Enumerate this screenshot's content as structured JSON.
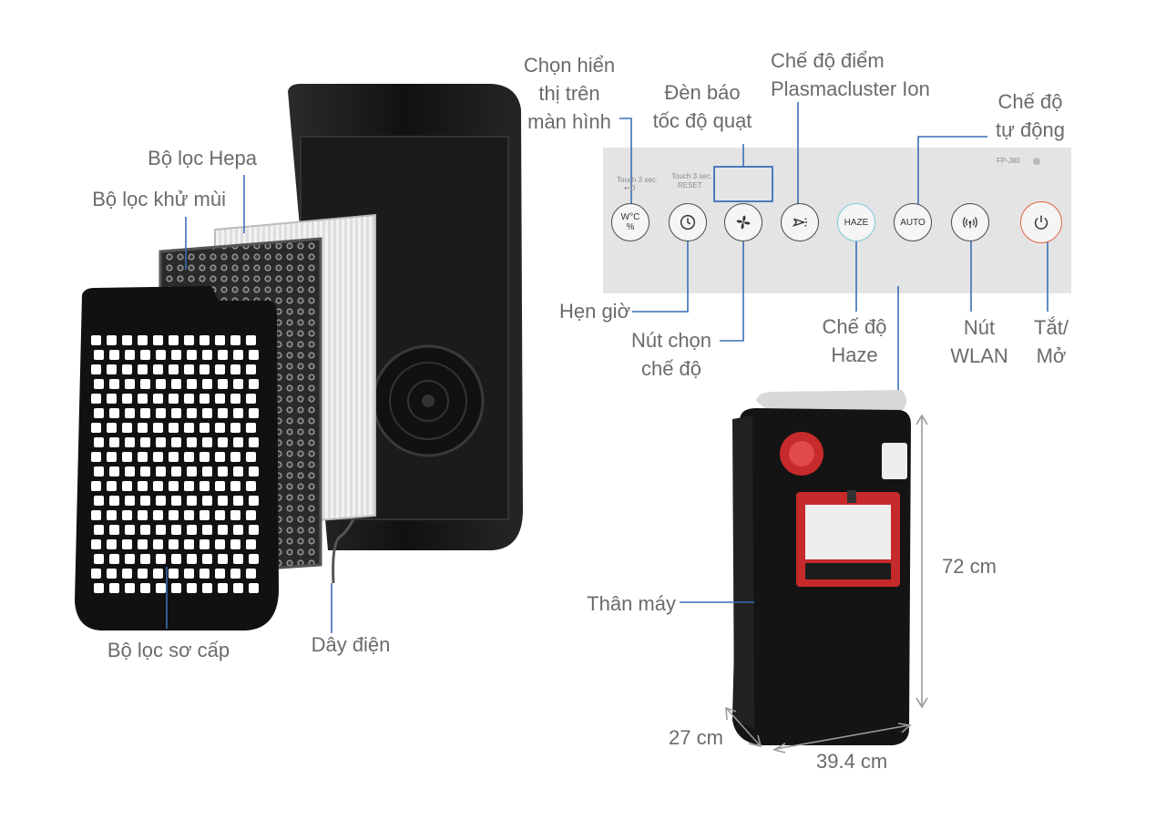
{
  "labels": {
    "hepa_filter": "Bộ lọc Hepa",
    "deodorizing_filter": "Bộ lọc khử mùi",
    "pre_filter": "Bộ lọc sơ cấp",
    "power_cord": "Dây điện",
    "display_select": [
      "Chọn hiển",
      "thị trên",
      "màn hình"
    ],
    "fan_speed_indicator": [
      "Đèn báo",
      "tốc độ quạt"
    ],
    "plasmacluster_spot": [
      "Chế độ điểm",
      "Plasmacluster Ion"
    ],
    "auto_mode": [
      "Chế độ",
      "tự động"
    ],
    "timer": "Hẹn giờ",
    "mode_button": [
      "Nút chọn",
      "chế độ"
    ],
    "haze_mode": [
      "Chế độ",
      "Haze"
    ],
    "wlan_button": [
      "Nút",
      "WLAN"
    ],
    "power_button": [
      "Tắt/",
      "Mở"
    ],
    "body": "Thân máy",
    "height": "72 cm",
    "depth": "27 cm",
    "width": "39.4 cm"
  },
  "panel": {
    "model": "FP-J80",
    "touch_hint_1": "Touch 3 sec.",
    "touch_hint_1_sub": "↩D",
    "touch_hint_2": "Touch 3 sec.",
    "touch_hint_2_sub": "RESET",
    "btn_temp_top": "W°C",
    "btn_temp_bottom": "%",
    "btn_haze": "HAZE",
    "btn_auto": "AUTO"
  },
  "colors": {
    "accent": "#3a6fb7",
    "label_text": "#6b6b6b",
    "panel_bg": "#e3e3e3",
    "unit_black": "#1a1a1a",
    "power_ring": "#e06a4a",
    "haze_ring": "#7fc8d8"
  }
}
